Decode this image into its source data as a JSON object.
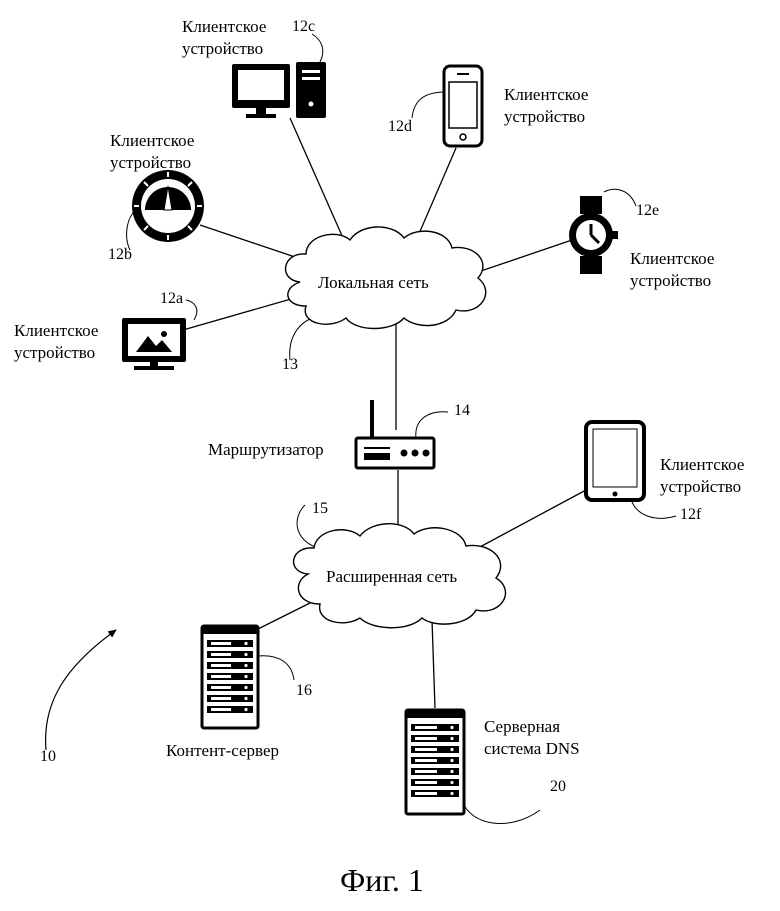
{
  "labels": {
    "client_device": "Клиентское устройство",
    "client_word": "Клиентское",
    "device_word": "устройство",
    "local_network": "Локальная сеть",
    "router": "Маршрутизатор",
    "wide_network": "Расширенная сеть",
    "content_server": "Контент-сервер",
    "dns_line1": "Серверная",
    "dns_line2": "система DNS",
    "figure_caption": "Фиг. 1"
  },
  "refs": {
    "system": "10",
    "dev_a": "12a",
    "dev_b": "12b",
    "dev_c": "12c",
    "dev_d": "12d",
    "dev_e": "12e",
    "dev_f": "12f",
    "local_net": "13",
    "router": "14",
    "wide_net": "15",
    "content_server": "16",
    "dns": "20"
  },
  "style": {
    "ink": "#000000",
    "paper": "#ffffff"
  }
}
